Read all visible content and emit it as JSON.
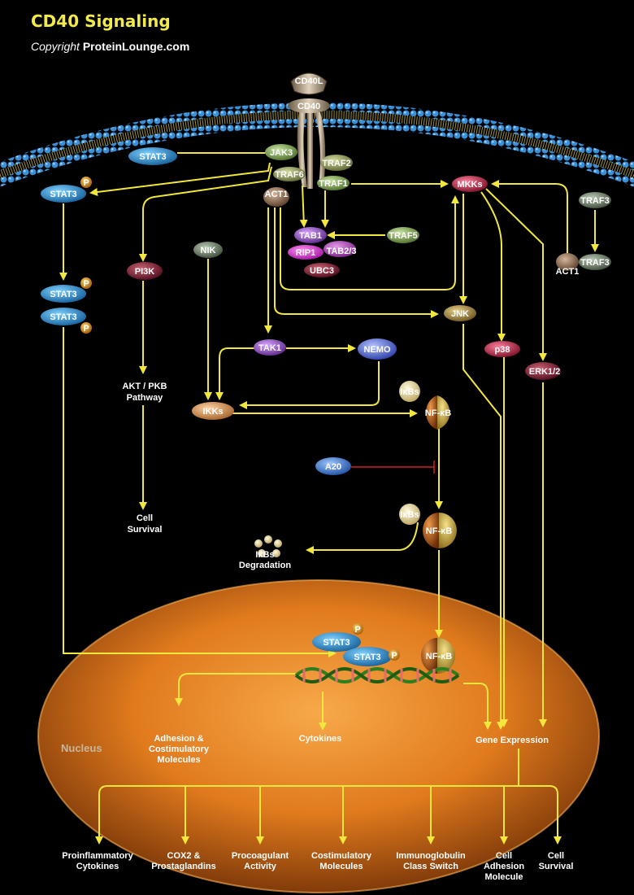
{
  "header": {
    "title": "CD40 Signaling",
    "copyright_prefix": "Copyright",
    "copyright_site": "ProteinLounge.com"
  },
  "nucleus_label": "Nucleus",
  "colors": {
    "arrow": "#f2e73c",
    "inhibition": "#d21f1f",
    "membrane": "#2f7fc0",
    "nucleus": "#d9761e"
  },
  "proteins": {
    "cd40l": "CD40L",
    "cd40": "CD40",
    "stat3_membrane": "STAT3",
    "jak3": "JAK3",
    "traf2": "TRAF2",
    "traf6": "TRAF6",
    "traf1": "TRAF1",
    "act1_top": "ACT1",
    "stat3_p": "STAT3",
    "mkks": "MKKs",
    "traf3_top": "TRAF3",
    "traf3_bottom": "TRAF3",
    "act1_right": "ACT1",
    "tab1": "TAB1",
    "tab23": "TAB2/3",
    "rip1": "RIP1",
    "ubc3": "UBC3",
    "traf5": "TRAF5",
    "nik": "NIK",
    "pi3k": "PI3K",
    "stat3_dimer_a": "STAT3",
    "stat3_dimer_b": "STAT3",
    "jnk": "JNK",
    "tak1": "TAK1",
    "nemo": "NEMO",
    "p38": "p38",
    "erk12": "ERK1/2",
    "ikbs_1": "IκBs",
    "nfkb_1": "NF-κB",
    "ikks": "IKKs",
    "a20": "A20",
    "ikbs_2": "IκBs",
    "nfkb_2": "NF-κB",
    "ikbs_3": "IκBs",
    "stat3_nuc_a": "STAT3",
    "stat3_nuc_b": "STAT3",
    "nfkb_nuc": "NF-κB",
    "phospho": "P"
  },
  "text_labels": {
    "akt_line1": "AKT / PKB",
    "akt_line2": "Pathway",
    "cell_survival_mid_1": "Cell",
    "cell_survival_mid_2": "Survival",
    "ikbs_degradation_1": "IκBs",
    "ikbs_degradation_2": "Degradation",
    "adhesion_1": "Adhesion &",
    "adhesion_2": "Costimulatory",
    "adhesion_3": "Molecules",
    "cytokines": "Cytokines",
    "gene_expression": "Gene Expression"
  },
  "outputs": [
    {
      "line1": "Proinflammatory",
      "line2": "Cytokines",
      "line3": ""
    },
    {
      "line1": "COX2 &",
      "line2": "Prostaglandins",
      "line3": ""
    },
    {
      "line1": "Procoagulant",
      "line2": "Activity",
      "line3": ""
    },
    {
      "line1": "Costimulatory",
      "line2": "Molecules",
      "line3": ""
    },
    {
      "line1": "Immunoglobulin",
      "line2": "Class Switch",
      "line3": ""
    },
    {
      "line1": "Cell",
      "line2": "Adhesion",
      "line3": "Molecule"
    },
    {
      "line1": "Cell",
      "line2": "Survival",
      "line3": ""
    }
  ]
}
